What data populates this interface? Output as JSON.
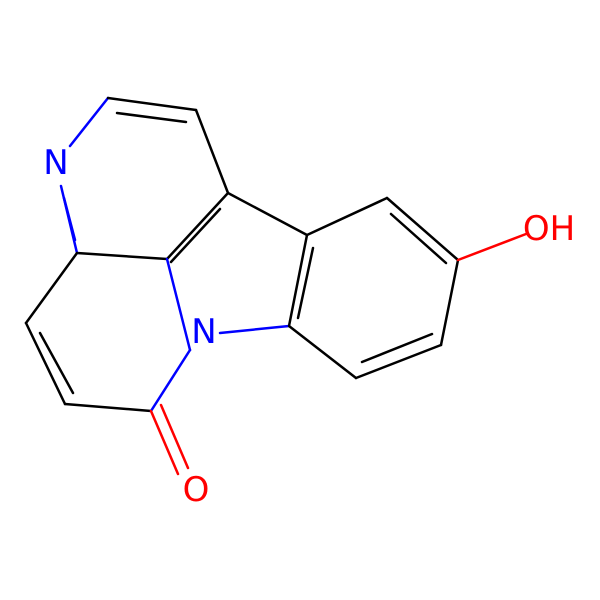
{
  "molecule": {
    "atoms": {
      "n_pyridine": {
        "symbol": "N",
        "color": "#0000FF"
      },
      "n_indole": {
        "symbol": "N",
        "color": "#0000FF"
      },
      "o_carbonyl": {
        "symbol": "O",
        "color": "#FF0000"
      },
      "o_hydroxyl": {
        "symbol": "OH",
        "color": "#FF0000"
      }
    },
    "bond_color": "#000000"
  }
}
